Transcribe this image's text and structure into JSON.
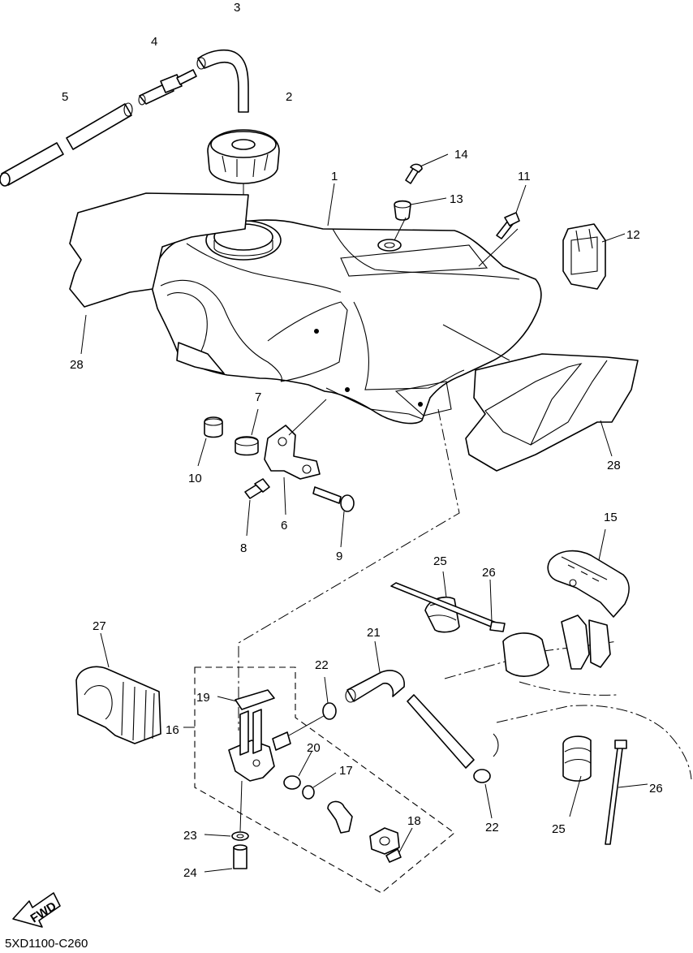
{
  "diagram_code": "5XD1100-C260",
  "fwd_label": "FWD",
  "callouts": {
    "c1": "1",
    "c2": "2",
    "c3": "3",
    "c4": "4",
    "c5": "5",
    "c6": "6",
    "c7": "7",
    "c8": "8",
    "c9": "9",
    "c10": "10",
    "c11": "11",
    "c12": "12",
    "c13": "13",
    "c14": "14",
    "c15": "15",
    "c16": "16",
    "c17": "17",
    "c18": "18",
    "c19": "19",
    "c20": "20",
    "c21": "21",
    "c22a": "22",
    "c22b": "22",
    "c23": "23",
    "c24": "24",
    "c25a": "25",
    "c25b": "25",
    "c26a": "26",
    "c26b": "26",
    "c27": "27",
    "c28a": "28",
    "c28b": "28"
  }
}
